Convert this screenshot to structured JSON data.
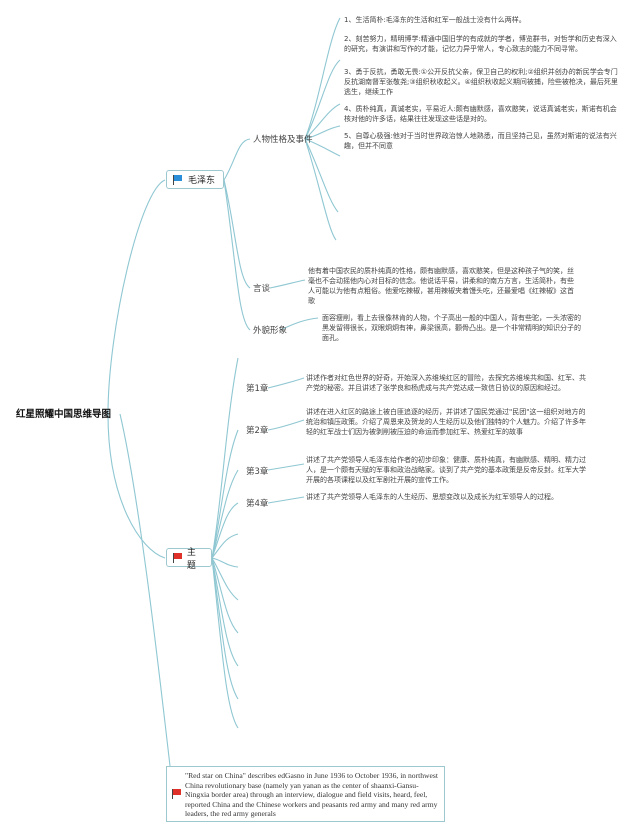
{
  "root": {
    "label": "红星照耀中国思维导图"
  },
  "branches": [
    {
      "label": "毛泽东",
      "flag_color": "#2a8fd8",
      "subs": [
        {
          "label": "人物性格及事件",
          "leaves": [
            "1、生活简朴:毛泽东的生活和红军一般战士没有什么两样。",
            "2、刻苦努力，精明博学:精通中国旧学的有成就的学者，博览群书，对哲学和历史有深入的研究，有演讲和写作的才能，记忆力异乎常人，专心致志的能力不同寻常。",
            "3、勇于反抗，勇敢无畏:①公开反抗父亲，保卫自己的权利;②组织并创办的新民学会专门反抗湖南督军张敬尧;③组织秋收起义。④组织秋收起义期间被捕，险些被枪决，最后死里逃生，继续工作",
            "4、质朴纯真，真诚老实，平易近人:颇有幽默感，喜欢憨笑，说话真诚老实，斯诺有机会核对他的许多话，结果往往发现这些话是对的。",
            "5、自尊心极强:他对于当时世界政治惊人地熟悉，而且坚持己见，虽然对斯诺的说法有兴趣，但并不同意"
          ]
        },
        {
          "label": "言谈",
          "leaves": [
            "他有着中国农民的质朴纯真的性格，颇有幽默感，喜欢憨笑，但是这种孩子气的笑，丝毫也不会动摇他内心对目标的信念。他说话平易，讲柔和的南方方言，生活简朴，有些人可能以为他有点粗俗。他爱吃辣椒，甚用辣椒夹着馒头吃，还最爱唱《红辣椒》这首歌"
          ]
        },
        {
          "label": "外貌形象",
          "leaves": [
            "面容瘦削，看上去很像林肯的人物，个子高出一般的中国人，背有些驼，一头浓密的黑发留得很长，双眼炯炯有神，鼻梁很高，颧骨凸出。是一个非常精明的知识分子的面孔。"
          ]
        }
      ]
    },
    {
      "label": "主题",
      "flag_color": "#e0302a",
      "subs": [
        {
          "label": "第1章",
          "leaves": [
            "讲述作者对红色世界的好奇，开始深入苏维埃红区的冒险，去探究苏维埃共和国、红军、共产党的秘密。并且讲述了张学良和杨虎成与共产党达成一致信日协议的原因和经过。"
          ]
        },
        {
          "label": "第2章",
          "leaves": [
            "讲述在进入红区的路途上被白匪追逐的经历，并讲述了国民党通过\"民团\"这一组织对地方的统治和镇压政策。介绍了周恩来及贺龙的人生经历以及他们独特的个人魅力。介绍了许多年轻的红军战士们因为被剥削被压迫的命运而参加红军、热爱红军的故事"
          ]
        },
        {
          "label": "第3章",
          "leaves": [
            "讲述了共产党领导人毛泽东给作者的初步印象：健康、质朴纯真，有幽默感、精明、精力过人，是一个颇有天赋的军事和政治战略家。谈到了共产党的基本政策是反帝反封。红军大学开展的各项课程以及红军剧社开展的宣传工作。"
          ]
        },
        {
          "label": "第4章",
          "leaves": [
            "讲述了共产党领导人毛泽东的人生经历、思想变改以及成长为红军领导人的过程。"
          ]
        }
      ]
    }
  ],
  "summary": {
    "flag_color": "#e0302a",
    "text": "\"Red star on China\" describes edGasno in June 1936 to October 1936, in northwest China revolutionary base (namely yan yanan as the center of shaanxi-Gansu-Ningxia border area) through an interview, dialogue and field visits, heard, feel, reported China and the Chinese workers and peasants red army and many red army leaders, the red army generals"
  },
  "colors": {
    "connector": "#8fc7d2",
    "branch_border": "#9ec8d0"
  }
}
